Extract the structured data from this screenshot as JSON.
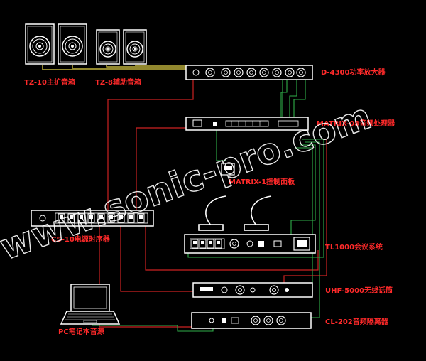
{
  "labels": {
    "tz10": "TZ-10主扩音箱",
    "tz8": "TZ-8辅助音箱",
    "amp": "D-4300功率放大器",
    "matrix": "MATRIX-08音频处理器",
    "panel": "MATRIX-1控制面板",
    "sequencer": "CS-10电源时序器",
    "conference": "TL1000会议系统",
    "wireless": "UHF-5000无线话筒",
    "isolator": "CL-202音频隔离器",
    "pc": "PC笔记本音源"
  },
  "watermark": "www.sonic-pro.com",
  "colors": {
    "background": "#000000",
    "label": "#ff2a2a",
    "red_wire": "#cc2222",
    "green_wire": "#2fae4a",
    "yellow_wire": "#e8d84a",
    "device": "#ffffff"
  }
}
